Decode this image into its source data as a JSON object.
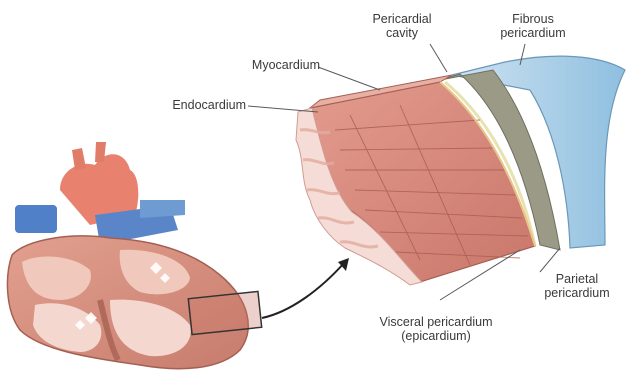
{
  "labels": {
    "pericardial_cavity": [
      "Pericardial",
      "cavity"
    ],
    "fibrous_pericardium": [
      "Fibrous",
      "pericardium"
    ],
    "myocardium": "Myocardium",
    "endocardium": "Endocardium",
    "parietal_pericardium": [
      "Parietal",
      "pericardium"
    ],
    "visceral_pericardium": [
      "Visceral pericardium",
      "(epicardium)"
    ]
  },
  "colors": {
    "myocardium": "#d98a7c",
    "fibrous_pericardium": "#a9cde6",
    "parietal_layer": "#9a9a86",
    "endocardium": "#f6dcd6",
    "aorta": "#e8826e",
    "vessel_blue": "#4f80c8",
    "label_text": "#3a3a3a",
    "leader_line": "#5a5a5a"
  }
}
